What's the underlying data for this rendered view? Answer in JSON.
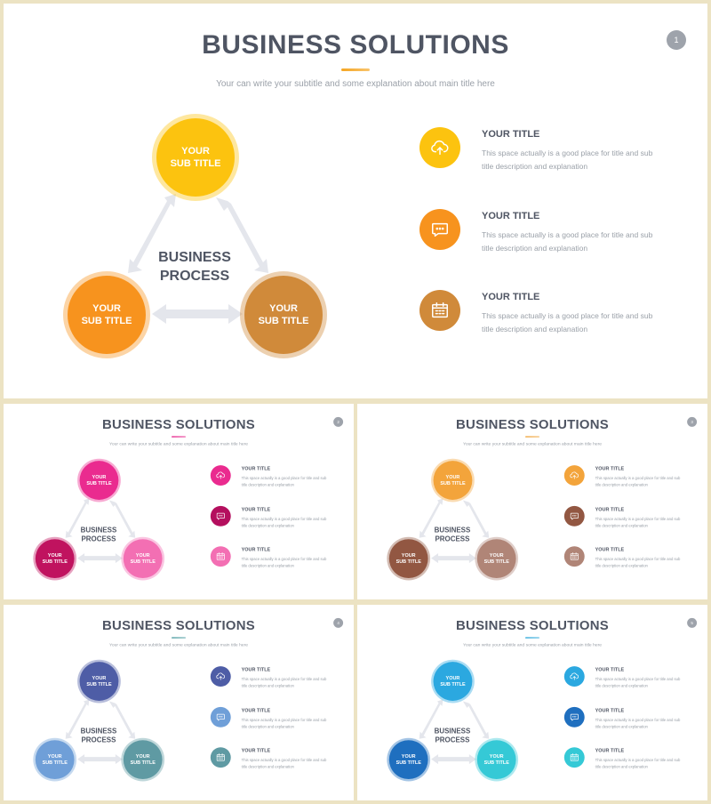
{
  "slides": [
    {
      "title": "BUSINESS SOLUTIONS",
      "subtitle": "Your can write your subtitle and some explanation about main title here",
      "page_number": "1",
      "center_label": [
        "BUSINESS",
        "PROCESS"
      ],
      "circle_labels": [
        [
          "YOUR",
          "SUB TITLE"
        ],
        [
          "YOUR",
          "SUB TITLE"
        ],
        [
          "YOUR",
          "SUB TITLE"
        ]
      ],
      "colors": {
        "accent": "#f5a623",
        "top": "#fcc30f",
        "left": "#f7931e",
        "right": "#d08a3a"
      },
      "icon_colors": [
        "#fcc30f",
        "#f7931e",
        "#d08a3a"
      ],
      "features": [
        {
          "title": "YOUR TITLE",
          "desc": "This space actually is a good place for title and sub title description and explanation",
          "icon": "cloud-upload-icon"
        },
        {
          "title": "YOUR TITLE",
          "desc": "This space actually is a good place for title and sub title description and explanation",
          "icon": "chat-bubble-icon"
        },
        {
          "title": "YOUR TITLE",
          "desc": "This space actually is a good place for title and sub title description and explanation",
          "icon": "calendar-icon"
        }
      ]
    },
    {
      "title": "BUSINESS SOLUTIONS",
      "subtitle": "Your can write your subtitle and some explanation about main title here",
      "page_number": "2",
      "center_label": [
        "BUSINESS",
        "PROCESS"
      ],
      "circle_labels": [
        [
          "YOUR",
          "SUB TITLE"
        ],
        [
          "YOUR",
          "SUB TITLE"
        ],
        [
          "YOUR",
          "SUB TITLE"
        ]
      ],
      "colors": {
        "accent": "#e6258c",
        "top": "#ea2b8f",
        "left": "#c0135f",
        "right": "#f36fb3"
      },
      "icon_colors": [
        "#ea2b8f",
        "#b40f5e",
        "#f36fb3"
      ],
      "features": [
        {
          "title": "YOUR TITLE",
          "desc": "This space actually is a good place for title and sub title description and explanation",
          "icon": "cloud-upload-icon"
        },
        {
          "title": "YOUR TITLE",
          "desc": "This space actually is a good place for title and sub title description and explanation",
          "icon": "chat-bubble-icon"
        },
        {
          "title": "YOUR TITLE",
          "desc": "This space actually is a good place for title and sub title description and explanation",
          "icon": "calendar-icon"
        }
      ]
    },
    {
      "title": "BUSINESS SOLUTIONS",
      "subtitle": "Your can write your subtitle and some explanation about main title here",
      "page_number": "3",
      "center_label": [
        "BUSINESS",
        "PROCESS"
      ],
      "circle_labels": [
        [
          "YOUR",
          "SUB TITLE"
        ],
        [
          "YOUR",
          "SUB TITLE"
        ],
        [
          "YOUR",
          "SUB TITLE"
        ]
      ],
      "colors": {
        "accent": "#f0a43a",
        "top": "#f3a43b",
        "left": "#925742",
        "right": "#b08577"
      },
      "icon_colors": [
        "#f3a43b",
        "#925742",
        "#b08577"
      ],
      "features": [
        {
          "title": "YOUR TITLE",
          "desc": "This space actually is a good place for title and sub title description and explanation",
          "icon": "cloud-upload-icon"
        },
        {
          "title": "YOUR TITLE",
          "desc": "This space actually is a good place for title and sub title description and explanation",
          "icon": "chat-bubble-icon"
        },
        {
          "title": "YOUR TITLE",
          "desc": "This space actually is a good place for title and sub title description and explanation",
          "icon": "calendar-icon"
        }
      ]
    },
    {
      "title": "BUSINESS SOLUTIONS",
      "subtitle": "Your can write your subtitle and some explanation about main title here",
      "page_number": "4",
      "center_label": [
        "BUSINESS",
        "PROCESS"
      ],
      "circle_labels": [
        [
          "YOUR",
          "SUB TITLE"
        ],
        [
          "YOUR",
          "SUB TITLE"
        ],
        [
          "YOUR",
          "SUB TITLE"
        ]
      ],
      "colors": {
        "accent": "#4a9ba0",
        "top": "#4e5da6",
        "left": "#6f9fd8",
        "right": "#5f9aa3"
      },
      "icon_colors": [
        "#4e5da6",
        "#6f9fd8",
        "#5f9aa3"
      ],
      "features": [
        {
          "title": "YOUR TITLE",
          "desc": "This space actually is a good place for title and sub title description and explanation",
          "icon": "cloud-upload-icon"
        },
        {
          "title": "YOUR TITLE",
          "desc": "This space actually is a good place for title and sub title description and explanation",
          "icon": "chat-bubble-icon"
        },
        {
          "title": "YOUR TITLE",
          "desc": "This space actually is a good place for title and sub title description and explanation",
          "icon": "calendar-icon"
        }
      ]
    },
    {
      "title": "BUSINESS SOLUTIONS",
      "subtitle": "Your can write your subtitle and some explanation about main title here",
      "page_number": "5",
      "center_label": [
        "BUSINESS",
        "PROCESS"
      ],
      "circle_labels": [
        [
          "YOUR",
          "SUB TITLE"
        ],
        [
          "YOUR",
          "SUB TITLE"
        ],
        [
          "YOUR",
          "SUB TITLE"
        ]
      ],
      "colors": {
        "accent": "#2aa7d9",
        "top": "#2ba8e0",
        "left": "#1f6fbf",
        "right": "#35c9d6"
      },
      "icon_colors": [
        "#2ba8e0",
        "#1f6fbf",
        "#35c9d6"
      ],
      "features": [
        {
          "title": "YOUR TITLE",
          "desc": "This space actually is a good place for title and sub title description and explanation",
          "icon": "cloud-upload-icon"
        },
        {
          "title": "YOUR TITLE",
          "desc": "This space actually is a good place for title and sub title description and explanation",
          "icon": "chat-bubble-icon"
        },
        {
          "title": "YOUR TITLE",
          "desc": "This space actually is a good place for title and sub title description and explanation",
          "icon": "calendar-icon"
        }
      ]
    }
  ]
}
